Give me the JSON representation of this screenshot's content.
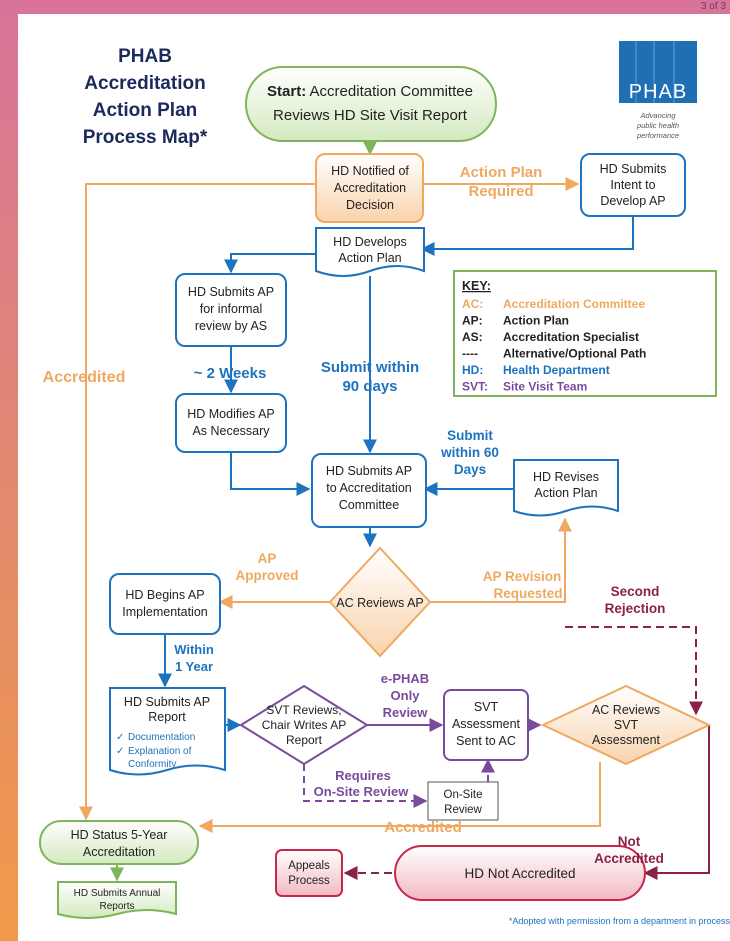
{
  "top_right_fragment": "3 of 3",
  "title": [
    "PHAB",
    "Accreditation",
    "Action Plan",
    "Process Map*"
  ],
  "logo": {
    "text": "PHAB",
    "tagline": [
      "Advancing",
      "public health",
      "performance"
    ],
    "color": "#1f6fb5"
  },
  "colors": {
    "orange": "#f0a860",
    "blue": "#1e73be",
    "purple": "#7a4a9c",
    "maroon": "#8b2146",
    "green": "#7fb45a"
  },
  "nodes": {
    "start": {
      "bold": "Start:",
      "line1": "Accreditation Committee",
      "line2": "Reviews HD Site Visit Report"
    },
    "notified": [
      "HD Notified of",
      "Accreditation",
      "Decision"
    ],
    "intent": [
      "HD Submits",
      "Intent to",
      "Develop AP"
    ],
    "develops": [
      "HD Develops",
      "Action Plan"
    ],
    "informal": [
      "HD Submits AP",
      "for informal",
      "review by AS"
    ],
    "modifies": [
      "HD Modifies AP",
      "As Necessary"
    ],
    "submits_ac": [
      "HD Submits AP",
      "to Accreditation",
      "Committee"
    ],
    "revises": [
      "HD Revises",
      "Action Plan"
    ],
    "ac_reviews": [
      "AC Reviews AP"
    ],
    "begins": [
      "HD Begins AP",
      "Implementation"
    ],
    "report": {
      "lines": [
        "HD Submits AP",
        "Report"
      ],
      "bullets": [
        "Documentation",
        "Explanation of",
        "Conformity"
      ]
    },
    "svt_reviews": [
      "SVT Reviews,",
      "Chair Writes AP",
      "Report"
    ],
    "svt_assessment": [
      "SVT",
      "Assessment",
      "Sent to AC"
    ],
    "ac_reviews_svt": [
      "AC Reviews",
      "SVT",
      "Assessment"
    ],
    "onsite": [
      "On-Site",
      "Review"
    ],
    "status": [
      "HD Status 5-Year",
      "Accreditation"
    ],
    "annual": [
      "HD Submits Annual",
      "Reports"
    ],
    "not_accredited": [
      "HD Not Accredited"
    ],
    "appeals": [
      "Appeals",
      "Process"
    ]
  },
  "labels": {
    "ap_required": [
      "Action Plan",
      "Required"
    ],
    "accredited_left": "Accredited",
    "two_weeks": "~ 2 Weeks",
    "submit_90": [
      "Submit within",
      "90 days"
    ],
    "submit_60": [
      "Submit",
      "within 60",
      "Days"
    ],
    "ap_approved": [
      "AP",
      "Approved"
    ],
    "ap_revision": [
      "AP Revision",
      "Requested"
    ],
    "second_rejection": [
      "Second",
      "Rejection"
    ],
    "within_year": [
      "Within",
      "1 Year"
    ],
    "ephab": [
      "e-PHAB",
      "Only",
      "Review"
    ],
    "requires_onsite": [
      "Requires",
      "On-Site Review"
    ],
    "accredited_bottom": "Accredited",
    "not_accredited": [
      "Not",
      "Accredited"
    ]
  },
  "key": {
    "title": "KEY:",
    "rows": [
      {
        "abbr": "AC:",
        "desc": "Accreditation Committee",
        "color": "#f0a860"
      },
      {
        "abbr": "AP:",
        "desc": "Action Plan",
        "color": "#222222"
      },
      {
        "abbr": "AS:",
        "desc": "Accreditation Specialist",
        "color": "#222222"
      },
      {
        "abbr": "----",
        "desc": "Alternative/Optional Path",
        "color": "#222222"
      },
      {
        "abbr": "HD:",
        "desc": "Health Department",
        "color": "#1e73be"
      },
      {
        "abbr": "SVT:",
        "desc": "Site Visit Team",
        "color": "#7a4a9c"
      }
    ]
  },
  "footnote": "*Adopted with permission from a department in process"
}
